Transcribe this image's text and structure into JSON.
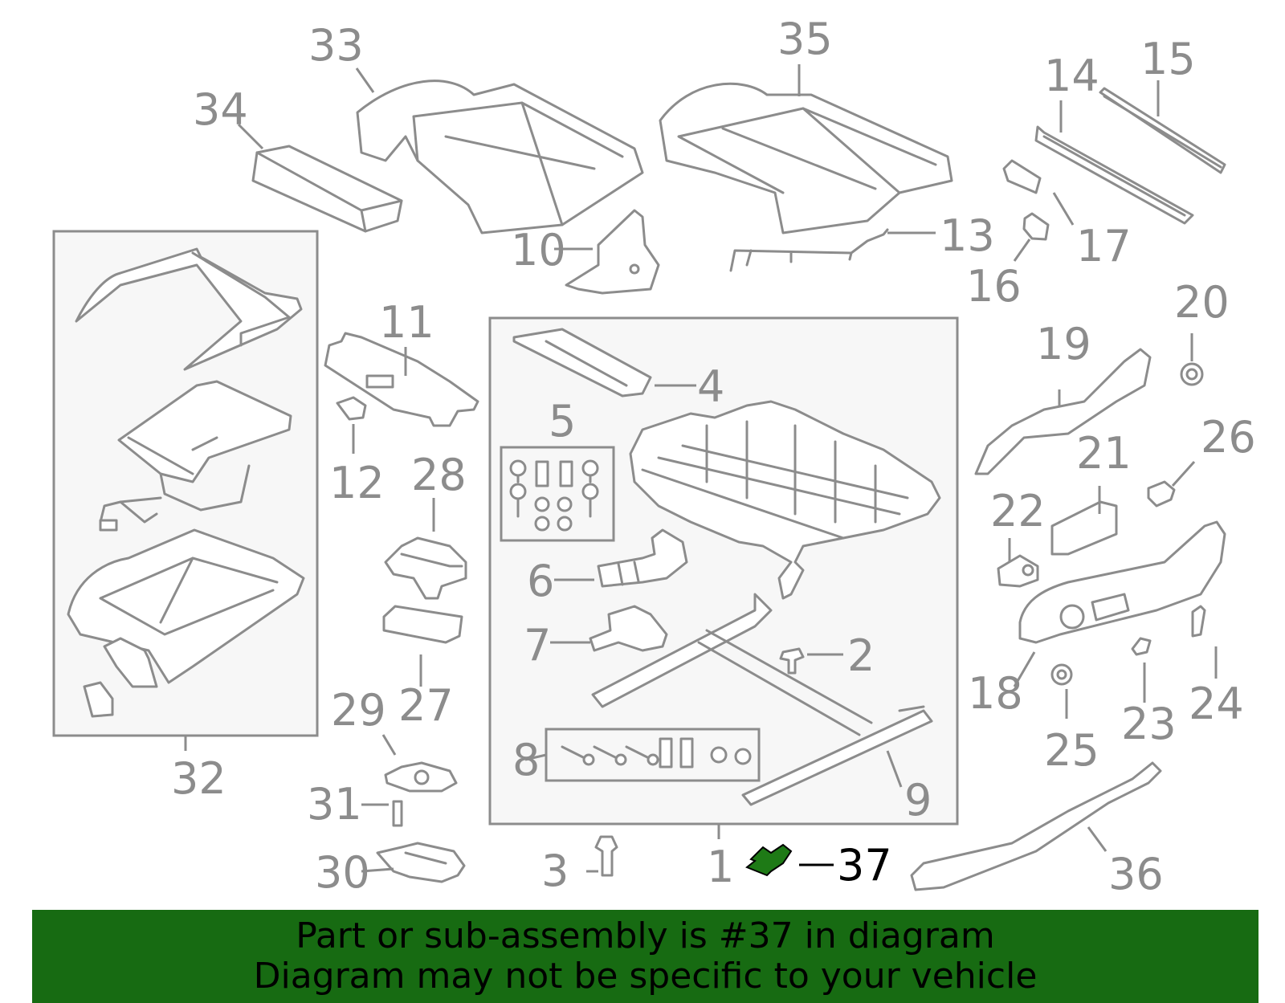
{
  "colors": {
    "line_gray": "#8c8c8c",
    "highlight_green": "#176b12",
    "highlight_part_fill": "#1e7a16",
    "banner_text": "#000000"
  },
  "callouts": [
    "1",
    "2",
    "3",
    "4",
    "5",
    "6",
    "7",
    "8",
    "9",
    "10",
    "11",
    "12",
    "13",
    "14",
    "15",
    "16",
    "17",
    "18",
    "19",
    "20",
    "21",
    "22",
    "23",
    "24",
    "25",
    "26",
    "27",
    "28",
    "29",
    "30",
    "31",
    "32",
    "33",
    "34",
    "35",
    "36",
    "37"
  ],
  "highlighted_part": "37",
  "banner": {
    "line1": "Part or sub-assembly is #37 in diagram",
    "line2": "Diagram may not be specific to your vehicle"
  }
}
